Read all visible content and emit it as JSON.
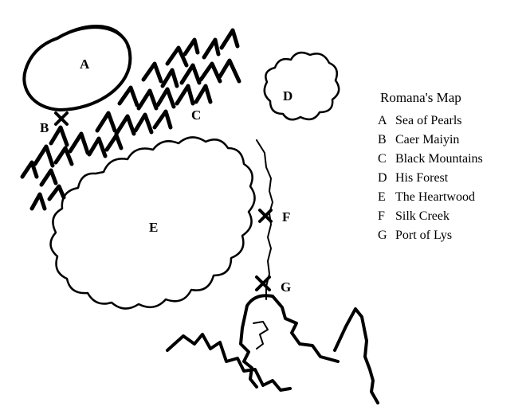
{
  "legend": {
    "title": "Romana's Map",
    "entries": [
      {
        "key": "A",
        "name": "Sea of Pearls"
      },
      {
        "key": "B",
        "name": "Caer Maiyin"
      },
      {
        "key": "C",
        "name": "Black Mountains"
      },
      {
        "key": "D",
        "name": "His Forest"
      },
      {
        "key": "E",
        "name": "The Heartwood"
      },
      {
        "key": "F",
        "name": "Silk Creek"
      },
      {
        "key": "G",
        "name": "Port of Lys"
      }
    ]
  },
  "labels": {
    "a": "A",
    "b": "B",
    "c": "C",
    "d": "D",
    "e": "E",
    "f": "F",
    "g": "G"
  },
  "colors": {
    "ink": "#000000",
    "paper": "#ffffff"
  }
}
